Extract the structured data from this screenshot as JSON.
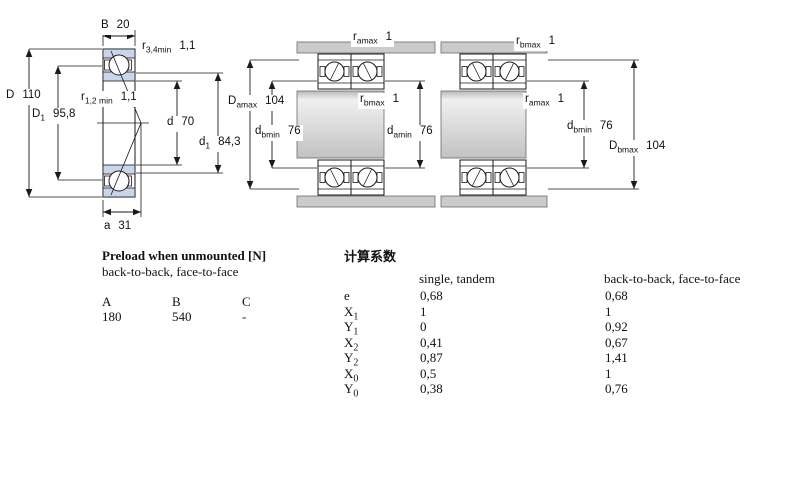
{
  "colors": {
    "ring_fill": "#c9d6e9",
    "steel_fill": "#cbcbcb",
    "line": "#1a1a1a"
  },
  "diagrams": {
    "single": {
      "dims": {
        "B": {
          "base": "B",
          "sub": "",
          "value": "20"
        },
        "r34": {
          "base": "r",
          "sub": "3,4min",
          "value": "1,1"
        },
        "D": {
          "base": "D",
          "sub": "",
          "value": "110"
        },
        "D1": {
          "base": "D",
          "sub": "1",
          "value": "95,8"
        },
        "r12": {
          "base": "r",
          "sub": "1,2 min",
          "value": "1,1"
        },
        "d": {
          "base": "d",
          "sub": "",
          "value": "70"
        },
        "d1": {
          "base": "d",
          "sub": "1",
          "value": "84,3"
        },
        "a": {
          "base": "a",
          "sub": "",
          "value": "31"
        }
      }
    },
    "pair_left": {
      "dims": {
        "ramax": {
          "base": "r",
          "sub": "amax",
          "value": "1"
        },
        "Damax": {
          "base": "D",
          "sub": "amax",
          "value": "104"
        },
        "rbmax": {
          "base": "r",
          "sub": "bmax",
          "value": "1"
        },
        "dbmin": {
          "base": "d",
          "sub": "bmin",
          "value": "76"
        },
        "damin": {
          "base": "d",
          "sub": "amin",
          "value": "76"
        }
      }
    },
    "pair_right": {
      "dims": {
        "rbmax": {
          "base": "r",
          "sub": "bmax",
          "value": "1"
        },
        "ramax": {
          "base": "r",
          "sub": "amax",
          "value": "1"
        },
        "dbmin": {
          "base": "d",
          "sub": "bmin",
          "value": "76"
        },
        "Dbmax": {
          "base": "D",
          "sub": "bmax",
          "value": "104"
        }
      }
    }
  },
  "preload": {
    "title": "Preload when unmounted [N]",
    "subtitle": "back-to-back, face-to-face",
    "columns": [
      "A",
      "B",
      "C"
    ],
    "values": [
      "180",
      "540",
      "-"
    ]
  },
  "factors": {
    "title": "计算系数",
    "col_single": "single, tandem",
    "col_paired": "back-to-back, face-to-face",
    "rows": [
      {
        "base": "e",
        "sub": "",
        "v1": "0,68",
        "v2": "0,68"
      },
      {
        "base": "X",
        "sub": "1",
        "v1": "1",
        "v2": "1"
      },
      {
        "base": "Y",
        "sub": "1",
        "v1": "0",
        "v2": "0,92"
      },
      {
        "base": "X",
        "sub": "2",
        "v1": "0,41",
        "v2": "0,67"
      },
      {
        "base": "Y",
        "sub": "2",
        "v1": "0,87",
        "v2": "1,41"
      },
      {
        "base": "X",
        "sub": "0",
        "v1": "0,5",
        "v2": "1"
      },
      {
        "base": "Y",
        "sub": "0",
        "v1": "0,38",
        "v2": "0,76"
      }
    ]
  }
}
